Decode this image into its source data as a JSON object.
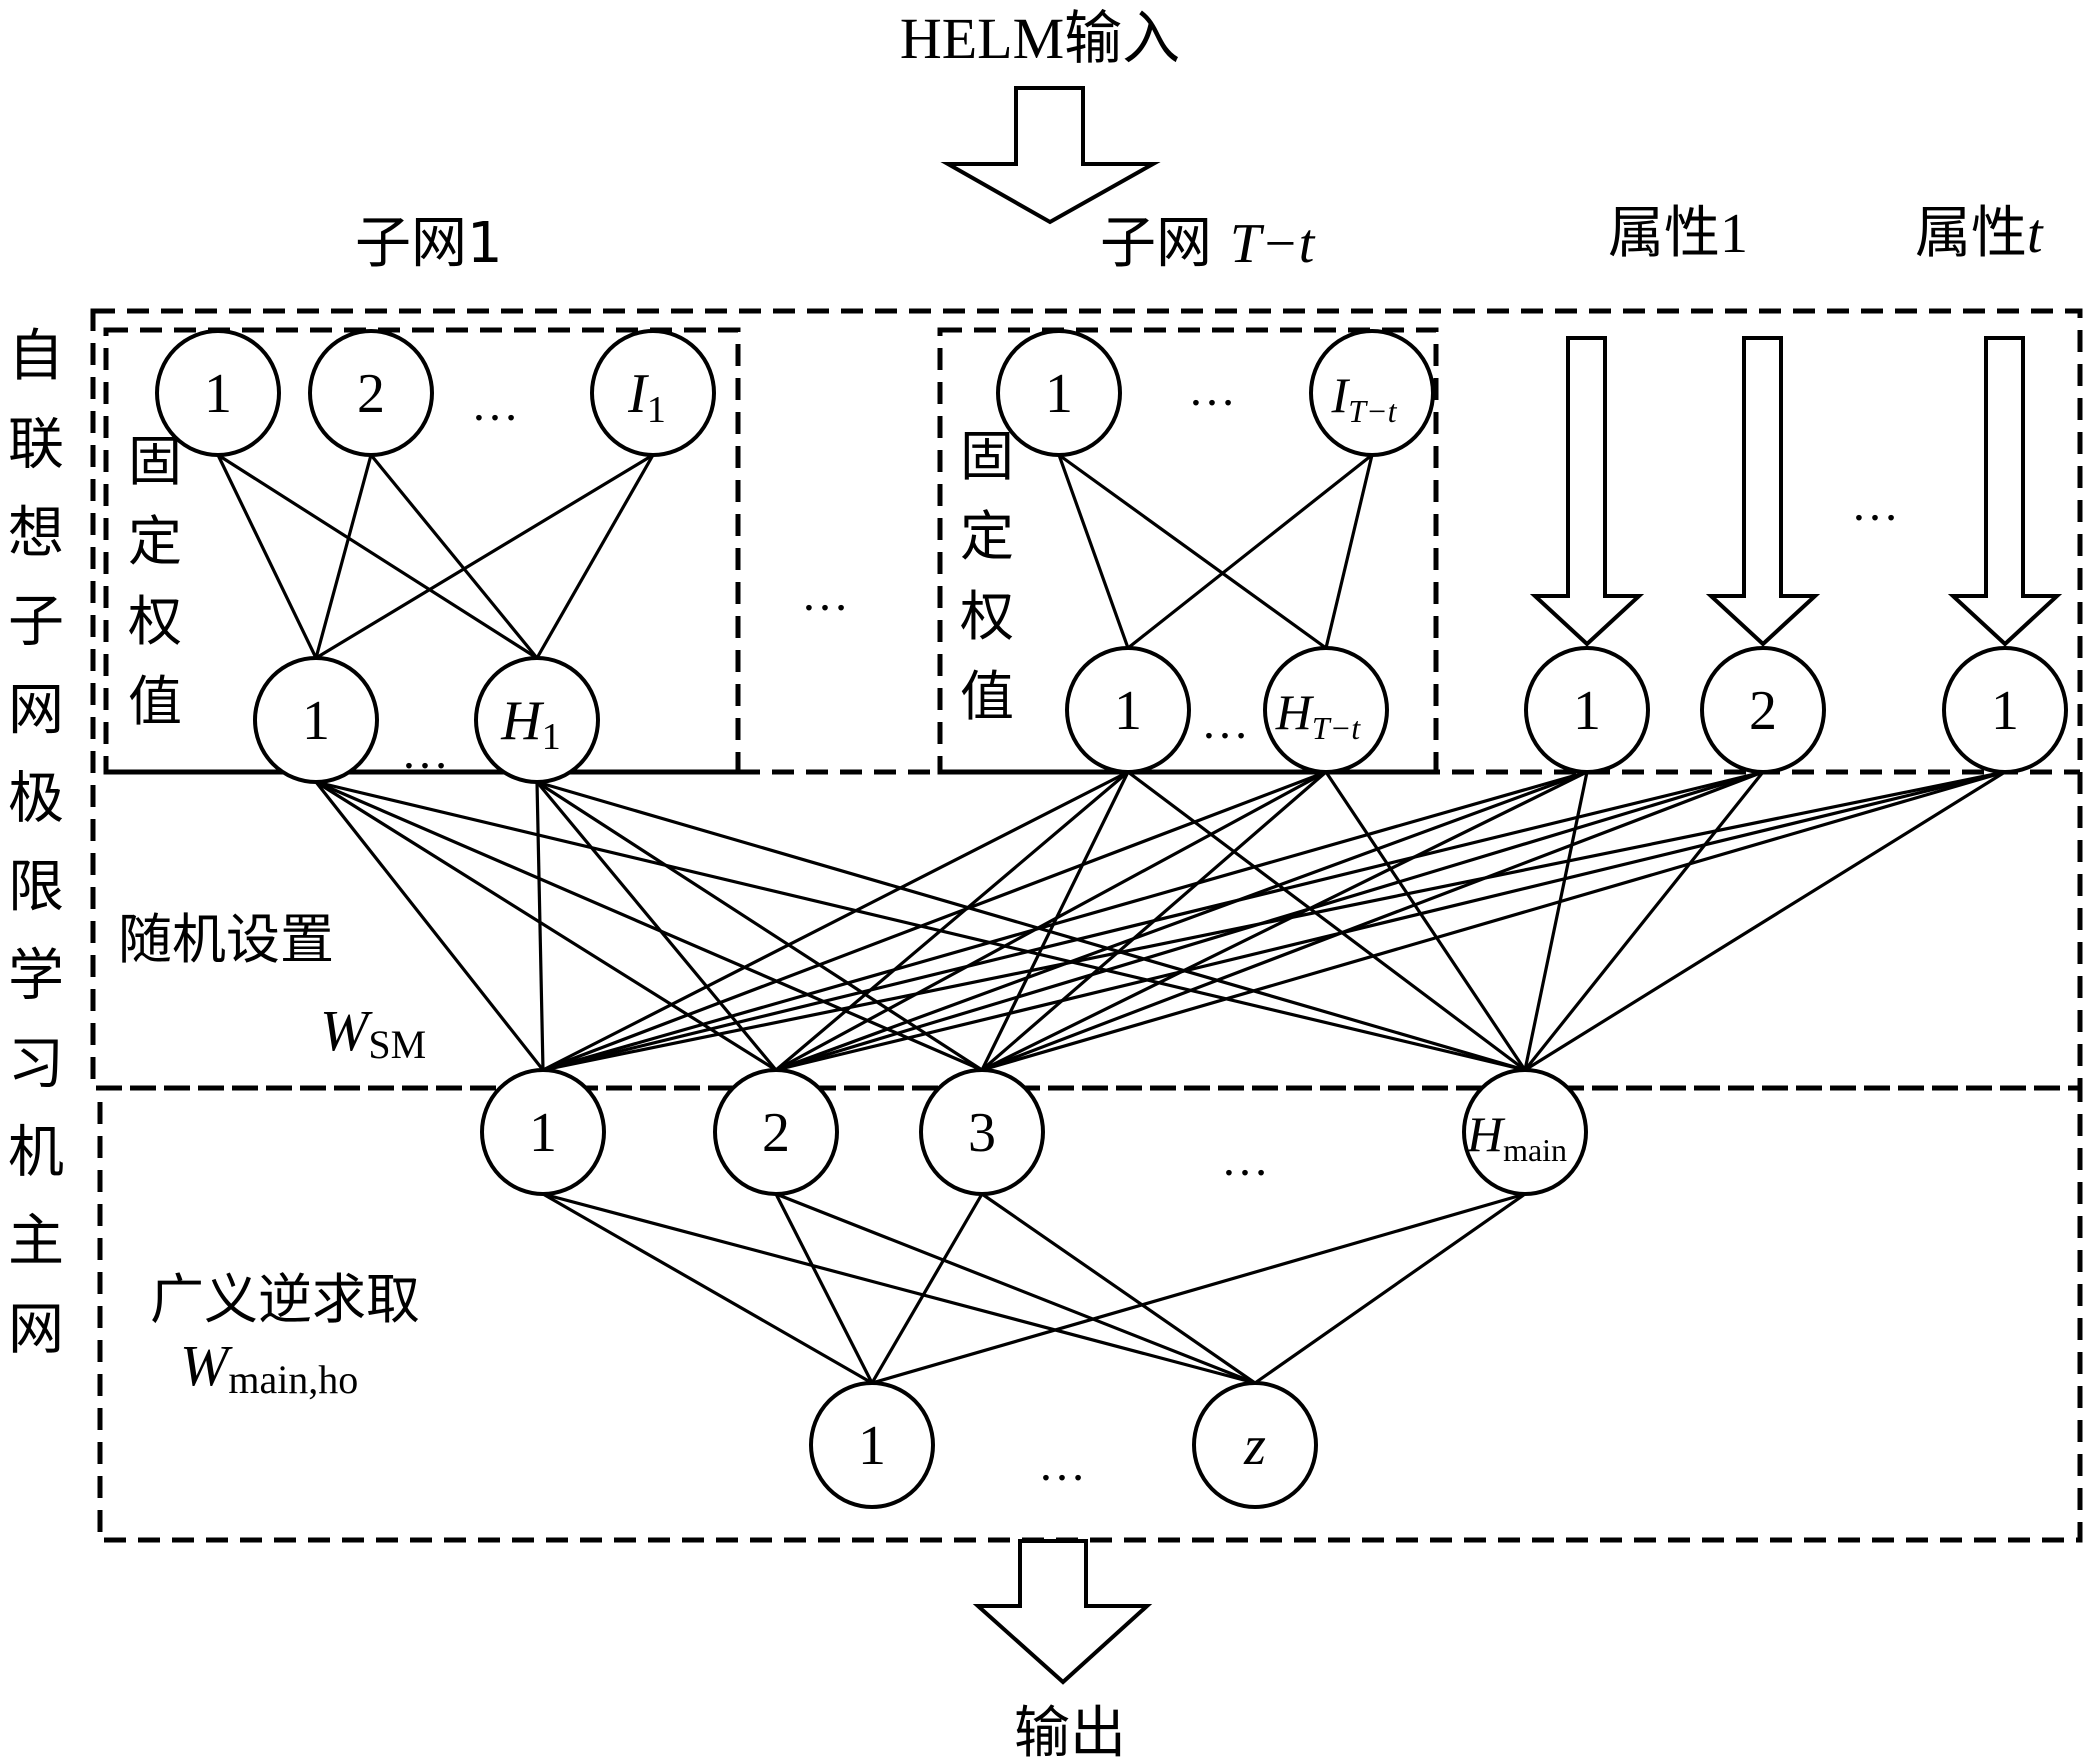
{
  "title": "HELM输入",
  "output_label": "输出",
  "groups": {
    "subnet1": {
      "label": "子网1",
      "side_label": [
        "固",
        "定",
        "权",
        "值"
      ]
    },
    "subnetTt": {
      "label_prefix": "子网 ",
      "label_math": "T−t",
      "side_label": [
        "固",
        "定",
        "权",
        "值"
      ]
    },
    "attr1": {
      "label_prefix": "属性",
      "label_suffix": "1"
    },
    "attrT": {
      "label_prefix": "属性",
      "label_suffix": "t"
    }
  },
  "left_vertical_label": [
    "自",
    "联",
    "想",
    "子",
    "网",
    "极",
    "限",
    "学",
    "习",
    "机",
    "主",
    "网"
  ],
  "section_labels": {
    "random": "随机设置",
    "w_sm_main": "W",
    "w_sm_sub": "SM",
    "pinv": "广义逆求取",
    "w_ho_main": "W",
    "w_ho_sub": "main,ho"
  },
  "ellipsis": "…",
  "nodes": {
    "s1_in": [
      {
        "id": "s1_in_1",
        "label": "1",
        "sub": ""
      },
      {
        "id": "s1_in_2",
        "label": "2",
        "sub": ""
      },
      {
        "id": "s1_in_I1",
        "label": "I",
        "sub": "1",
        "italic": true
      }
    ],
    "s1_hid": [
      {
        "id": "s1_h_1",
        "label": "1",
        "sub": ""
      },
      {
        "id": "s1_h_H1",
        "label": "H",
        "sub": "1",
        "italic": true
      }
    ],
    "st_in": [
      {
        "id": "st_in_1",
        "label": "1",
        "sub": ""
      },
      {
        "id": "st_in_I",
        "label": "I",
        "sub": "T−t",
        "italic": true,
        "sub_italic": true
      }
    ],
    "st_hid": [
      {
        "id": "st_h_1",
        "label": "1",
        "sub": ""
      },
      {
        "id": "st_h_H",
        "label": "H",
        "sub": "T−t",
        "italic": true,
        "sub_italic": true
      }
    ],
    "attr": [
      {
        "id": "attr_1",
        "label": "1",
        "sub": ""
      },
      {
        "id": "attr_2",
        "label": "2",
        "sub": ""
      },
      {
        "id": "attr_t",
        "label": "1",
        "sub": ""
      }
    ],
    "main_hid": [
      {
        "id": "m_1",
        "label": "1",
        "sub": ""
      },
      {
        "id": "m_2",
        "label": "2",
        "sub": ""
      },
      {
        "id": "m_3",
        "label": "3",
        "sub": ""
      },
      {
        "id": "m_H",
        "label": "H",
        "sub": "main",
        "italic": true
      }
    ],
    "out": [
      {
        "id": "o_1",
        "label": "1",
        "sub": ""
      },
      {
        "id": "o_z",
        "label": "z",
        "sub": "",
        "italic": true
      }
    ]
  },
  "edges": {
    "subnet1": [
      [
        "s1_in_1",
        "s1_h_1"
      ],
      [
        "s1_in_1",
        "s1_h_H1"
      ],
      [
        "s1_in_2",
        "s1_h_1"
      ],
      [
        "s1_in_2",
        "s1_h_H1"
      ],
      [
        "s1_in_I1",
        "s1_h_1"
      ],
      [
        "s1_in_I1",
        "s1_h_H1"
      ]
    ],
    "subnetTt": [
      [
        "st_in_1",
        "st_h_1"
      ],
      [
        "st_in_1",
        "st_h_H"
      ],
      [
        "st_in_I",
        "st_h_1"
      ],
      [
        "st_in_I",
        "st_h_H"
      ]
    ],
    "random_full": {
      "from": [
        "s1_h_1",
        "s1_h_H1",
        "st_h_1",
        "st_h_H",
        "attr_1",
        "attr_2",
        "attr_t"
      ],
      "to": [
        "m_1",
        "m_2",
        "m_3",
        "m_H"
      ]
    },
    "output_full": {
      "from": [
        "m_1",
        "m_2",
        "m_3",
        "m_H"
      ],
      "to": [
        "o_1",
        "o_z"
      ]
    }
  }
}
